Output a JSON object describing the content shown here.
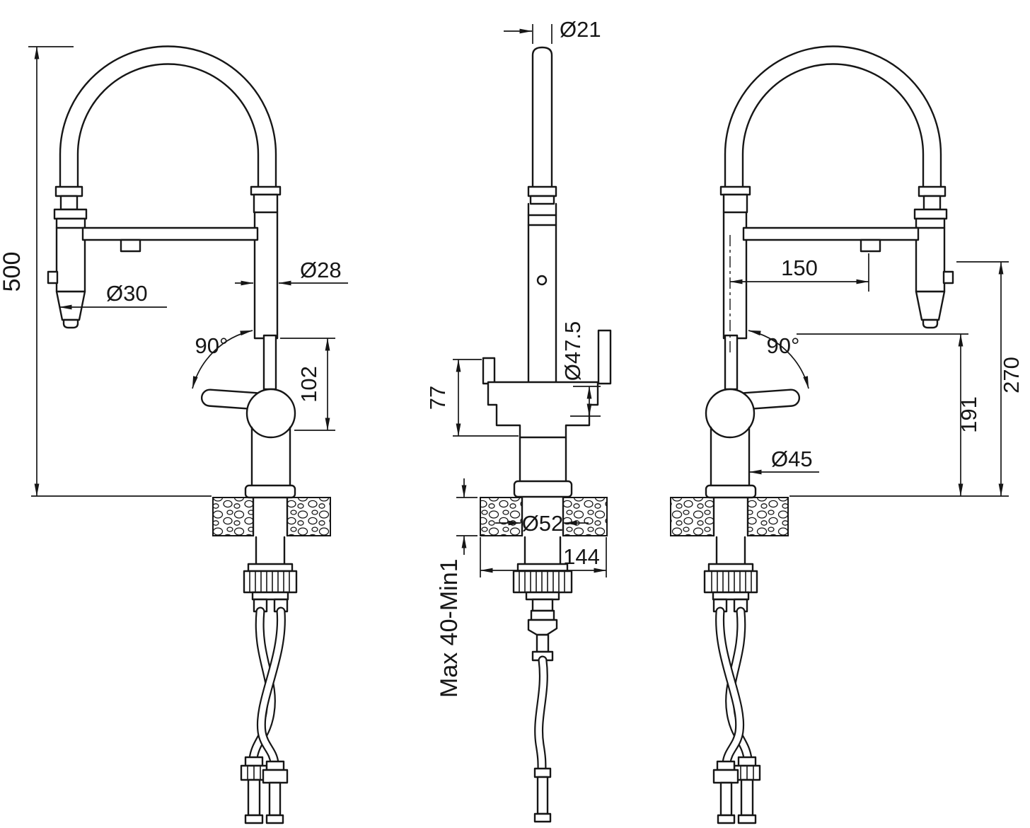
{
  "drawing": {
    "subject": "kitchen mixer tap with flexible gooseneck spout, three orthographic dimensioned views",
    "line_color": "#161616",
    "background": "#ffffff"
  },
  "views": {
    "left": {
      "dims": {
        "height500": "500",
        "d30": "Ø30",
        "d28": "Ø28",
        "angle90": "90°",
        "h102": "102"
      }
    },
    "front": {
      "dims": {
        "d21": "Ø21",
        "d47_5": "Ø47.5",
        "h77": "77",
        "d52": "Ø52",
        "w144": "144",
        "counter": "Max 40-Min1"
      }
    },
    "right": {
      "dims": {
        "reach150": "150",
        "angle90": "90°",
        "h270": "270",
        "h191": "191",
        "d45": "Ø45"
      }
    }
  }
}
